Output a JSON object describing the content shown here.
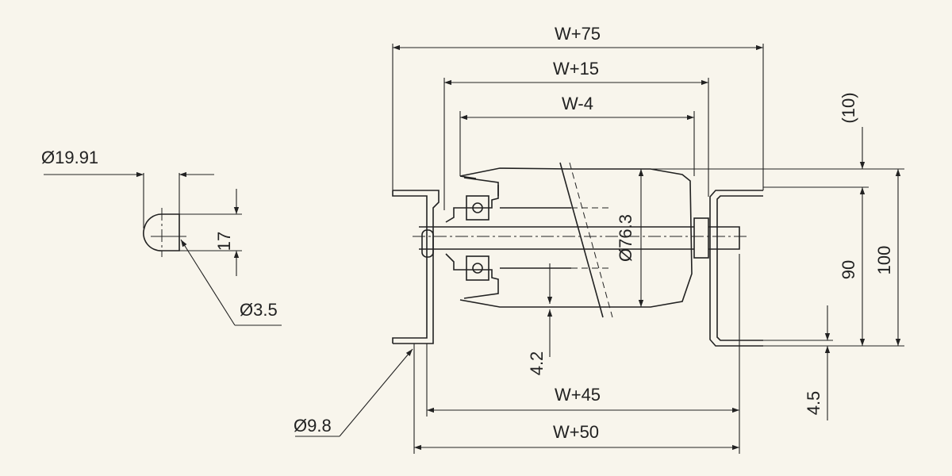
{
  "dimensions": {
    "w75": "W+75",
    "w15": "W+15",
    "w_minus4": "W-4",
    "w45": "W+45",
    "w50": "W+50",
    "d76": "Ø76.3",
    "h100": "100",
    "h90": "90",
    "p10": "(10)",
    "t45": "4.5",
    "t42": "4.2",
    "d98": "Ø9.8",
    "d1991": "Ø19.91",
    "h17": "17",
    "d35": "Ø3.5"
  }
}
